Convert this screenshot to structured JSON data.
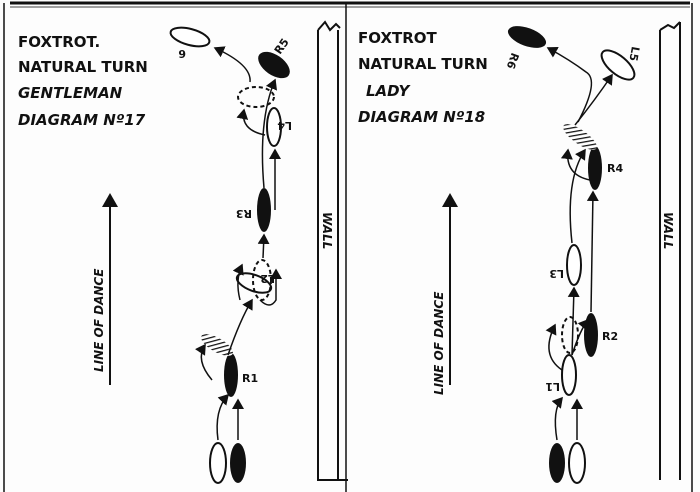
{
  "left": {
    "title1": "FOXTROT.",
    "title2": "NATURAL TURN",
    "title3": "GENTLEMAN",
    "title4": "DIAGRAM Nº17",
    "line_of_dance": "LINE OF DANCE",
    "wall": "WALL",
    "steps": [
      "R1",
      "L2",
      "R3",
      "L4",
      "R5",
      "6"
    ]
  },
  "right": {
    "title1": "FOXTROT",
    "title2": "NATURAL TURN",
    "title3": "LADY",
    "title4": "DIAGRAM Nº18",
    "line_of_dance": "LINE OF DANCE",
    "wall": "WALL",
    "steps": [
      "L1",
      "R2",
      "L3",
      "R4",
      "L5",
      "R6"
    ]
  }
}
